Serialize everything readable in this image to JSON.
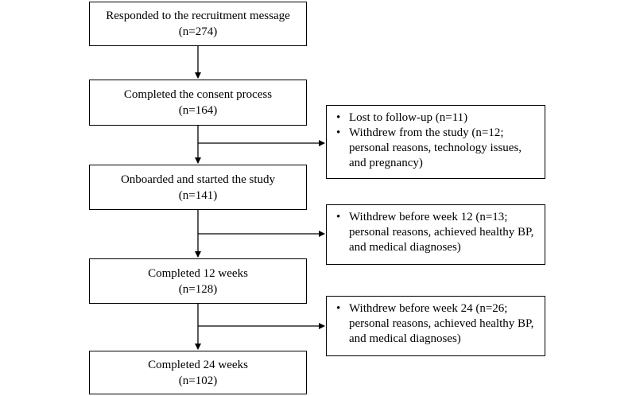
{
  "flow": {
    "steps": [
      {
        "title": "Responded to the recruitment message",
        "count": "(n=274)"
      },
      {
        "title": "Completed the consent process",
        "count": "(n=164)"
      },
      {
        "title": "Onboarded and started the study",
        "count": "(n=141)"
      },
      {
        "title": "Completed 12 weeks",
        "count": "(n=128)"
      },
      {
        "title": "Completed 24 weeks",
        "count": "(n=102)"
      }
    ],
    "exclusions": [
      {
        "items": [
          "Lost to follow-up (n=11)",
          "Withdrew from the study (n=12; personal reasons, technology issues, and pregnancy)"
        ]
      },
      {
        "items": [
          "Withdrew before week 12 (n=13; personal reasons, achieved healthy BP, and medical diagnoses)"
        ]
      },
      {
        "items": [
          "Withdrew before week 24 (n=26; personal reasons, achieved healthy BP, and medical diagnoses)"
        ]
      }
    ]
  }
}
